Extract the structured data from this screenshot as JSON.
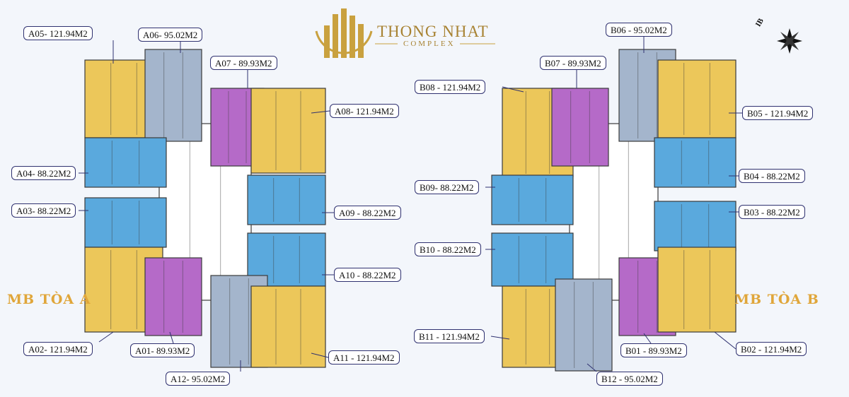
{
  "brand": {
    "name": "THONG NHAT",
    "sub": "COMPLEX"
  },
  "compass": {
    "label": "IB"
  },
  "colors": {
    "gold": "#ecc75a",
    "blue": "#5aa9dd",
    "purple": "#b56ac8",
    "gray": "#a4b5cc",
    "core": "#ffffff",
    "label_border": "#2f3170",
    "tower_text": "#e0a63a",
    "logo": "#c9a13f"
  },
  "towers": {
    "a": "MB TÒA A",
    "b": "MB TÒA B"
  },
  "units": {
    "a05": "A05- 121.94M2",
    "a06": "A06- 95.02M2",
    "a07": "A07 - 89.93M2",
    "a08": "A08- 121.94M2",
    "a04": "A04- 88.22M2",
    "a03": "A03- 88.22M2",
    "a09": "A09 - 88.22M2",
    "a10": "A10 - 88.22M2",
    "a02": "A02- 121.94M2",
    "a01": "A01- 89.93M2",
    "a12": "A12- 95.02M2",
    "a11": "A11 - 121.94M2",
    "b06": "B06 - 95.02M2",
    "b07": "B07 - 89.93M2",
    "b08": "B08 - 121.94M2",
    "b05": "B05 - 121.94M2",
    "b09": "B09- 88.22M2",
    "b04": "B04 - 88.22M2",
    "b03": "B03 - 88.22M2",
    "b10": "B10 - 88.22M2",
    "b11": "B11 - 121.94M2",
    "b01": "B01 - 89.93M2",
    "b02": "B02 - 121.94M2",
    "b12": "B12 - 95.02M2"
  }
}
